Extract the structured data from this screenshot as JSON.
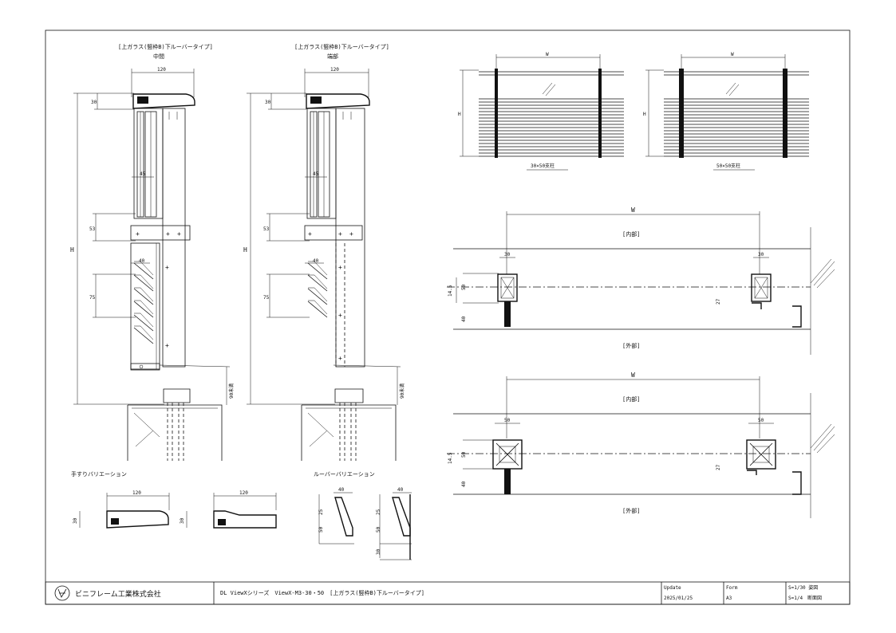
{
  "sections": {
    "mid_title": "[上ガラス(竪枠B)下ルーバータイプ]",
    "mid_sub": "中間",
    "end_title": "[上ガラス(竪枠B)下ルーバータイプ]",
    "end_sub": "端部"
  },
  "dims": {
    "w120": "120",
    "h30": "30",
    "d45": "45",
    "d53": "53",
    "d40": "40",
    "d75": "75",
    "H": "H",
    "d90": "90未満",
    "W": "W",
    "d50": "50",
    "d27": "27",
    "d14": "14.5",
    "d25": "25"
  },
  "elevations": {
    "post30": "30×50支柱",
    "post50": "50×50支柱"
  },
  "plans": {
    "inside": "[内部]",
    "outside": "[外部]"
  },
  "variations": {
    "handrail": "手すりバリエーション",
    "louver": "ルーバーバリエーション"
  },
  "title_block": {
    "company": "ビニフレーム工業株式会社",
    "drawing_title": "DL ViewXシリーズ　ViewX-M3-30・50　[上ガラス(竪枠B)下ルーバータイプ]",
    "update_label": "Update",
    "update_value": "2025/01/25",
    "form_label": "Form",
    "form_value": "A3",
    "scale1": "S=1/30 姿図",
    "scale2": "S=1/4　断面図"
  }
}
